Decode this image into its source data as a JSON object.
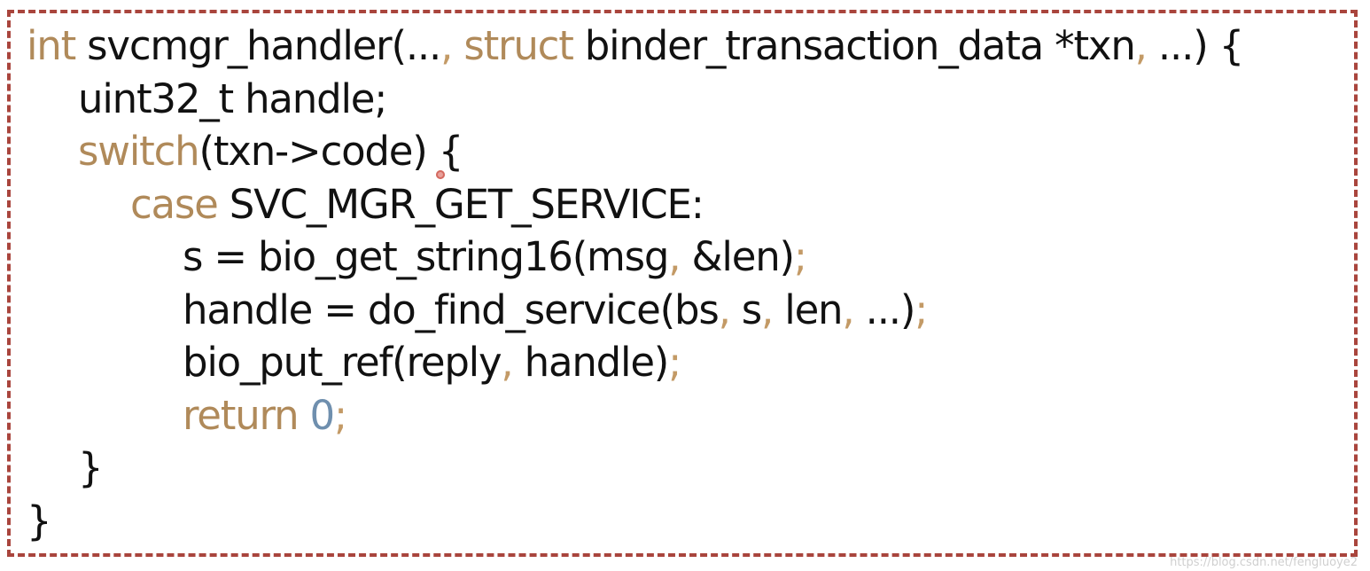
{
  "colors": {
    "frame_border": "#a9453d",
    "keyword": "#b08a5a",
    "punctuation": "#c39a66",
    "number": "#6f8fae",
    "text": "#111111"
  },
  "code_lines": [
    {
      "indent": 0,
      "tokens": [
        {
          "t": "int",
          "c": "kw"
        },
        {
          "t": " svcmgr_handler(...",
          "c": "plain"
        },
        {
          "t": ",",
          "c": "pn"
        },
        {
          "t": " ",
          "c": "plain"
        },
        {
          "t": "struct",
          "c": "kw"
        },
        {
          "t": " binder_transaction_data *txn",
          "c": "plain"
        },
        {
          "t": ",",
          "c": "pn"
        },
        {
          "t": " ...) {",
          "c": "plain"
        }
      ]
    },
    {
      "indent": 1,
      "tokens": [
        {
          "t": "uint32_t handle;",
          "c": "plain"
        }
      ]
    },
    {
      "indent": 1,
      "tokens": [
        {
          "t": "switch",
          "c": "kw"
        },
        {
          "t": "(txn->code) {",
          "c": "plain"
        }
      ]
    },
    {
      "indent": 2,
      "tokens": [
        {
          "t": "case",
          "c": "kw"
        },
        {
          "t": " SVC_MGR_GET_SERVICE:",
          "c": "plain"
        }
      ]
    },
    {
      "indent": 3,
      "tokens": [
        {
          "t": "s = bio_get_string16(msg",
          "c": "plain"
        },
        {
          "t": ",",
          "c": "pn"
        },
        {
          "t": " &len)",
          "c": "plain"
        },
        {
          "t": ";",
          "c": "pn"
        }
      ]
    },
    {
      "indent": 3,
      "tokens": [
        {
          "t": "handle = do_find_service(bs",
          "c": "plain"
        },
        {
          "t": ",",
          "c": "pn"
        },
        {
          "t": " s",
          "c": "plain"
        },
        {
          "t": ",",
          "c": "pn"
        },
        {
          "t": " len",
          "c": "plain"
        },
        {
          "t": ",",
          "c": "pn"
        },
        {
          "t": " ...)",
          "c": "plain"
        },
        {
          "t": ";",
          "c": "pn"
        }
      ]
    },
    {
      "indent": 3,
      "tokens": [
        {
          "t": "bio_put_ref(reply",
          "c": "plain"
        },
        {
          "t": ",",
          "c": "pn"
        },
        {
          "t": " handle)",
          "c": "plain"
        },
        {
          "t": ";",
          "c": "pn"
        }
      ]
    },
    {
      "indent": 3,
      "tokens": [
        {
          "t": "return",
          "c": "kw"
        },
        {
          "t": " ",
          "c": "plain"
        },
        {
          "t": "0",
          "c": "num"
        },
        {
          "t": ";",
          "c": "pn"
        }
      ]
    },
    {
      "indent": 1,
      "tokens": [
        {
          "t": "}",
          "c": "plain"
        }
      ]
    },
    {
      "indent": 0,
      "tokens": [
        {
          "t": "}",
          "c": "plain"
        }
      ]
    }
  ],
  "watermark": "https://blog.csdn.net/fengluoye2"
}
